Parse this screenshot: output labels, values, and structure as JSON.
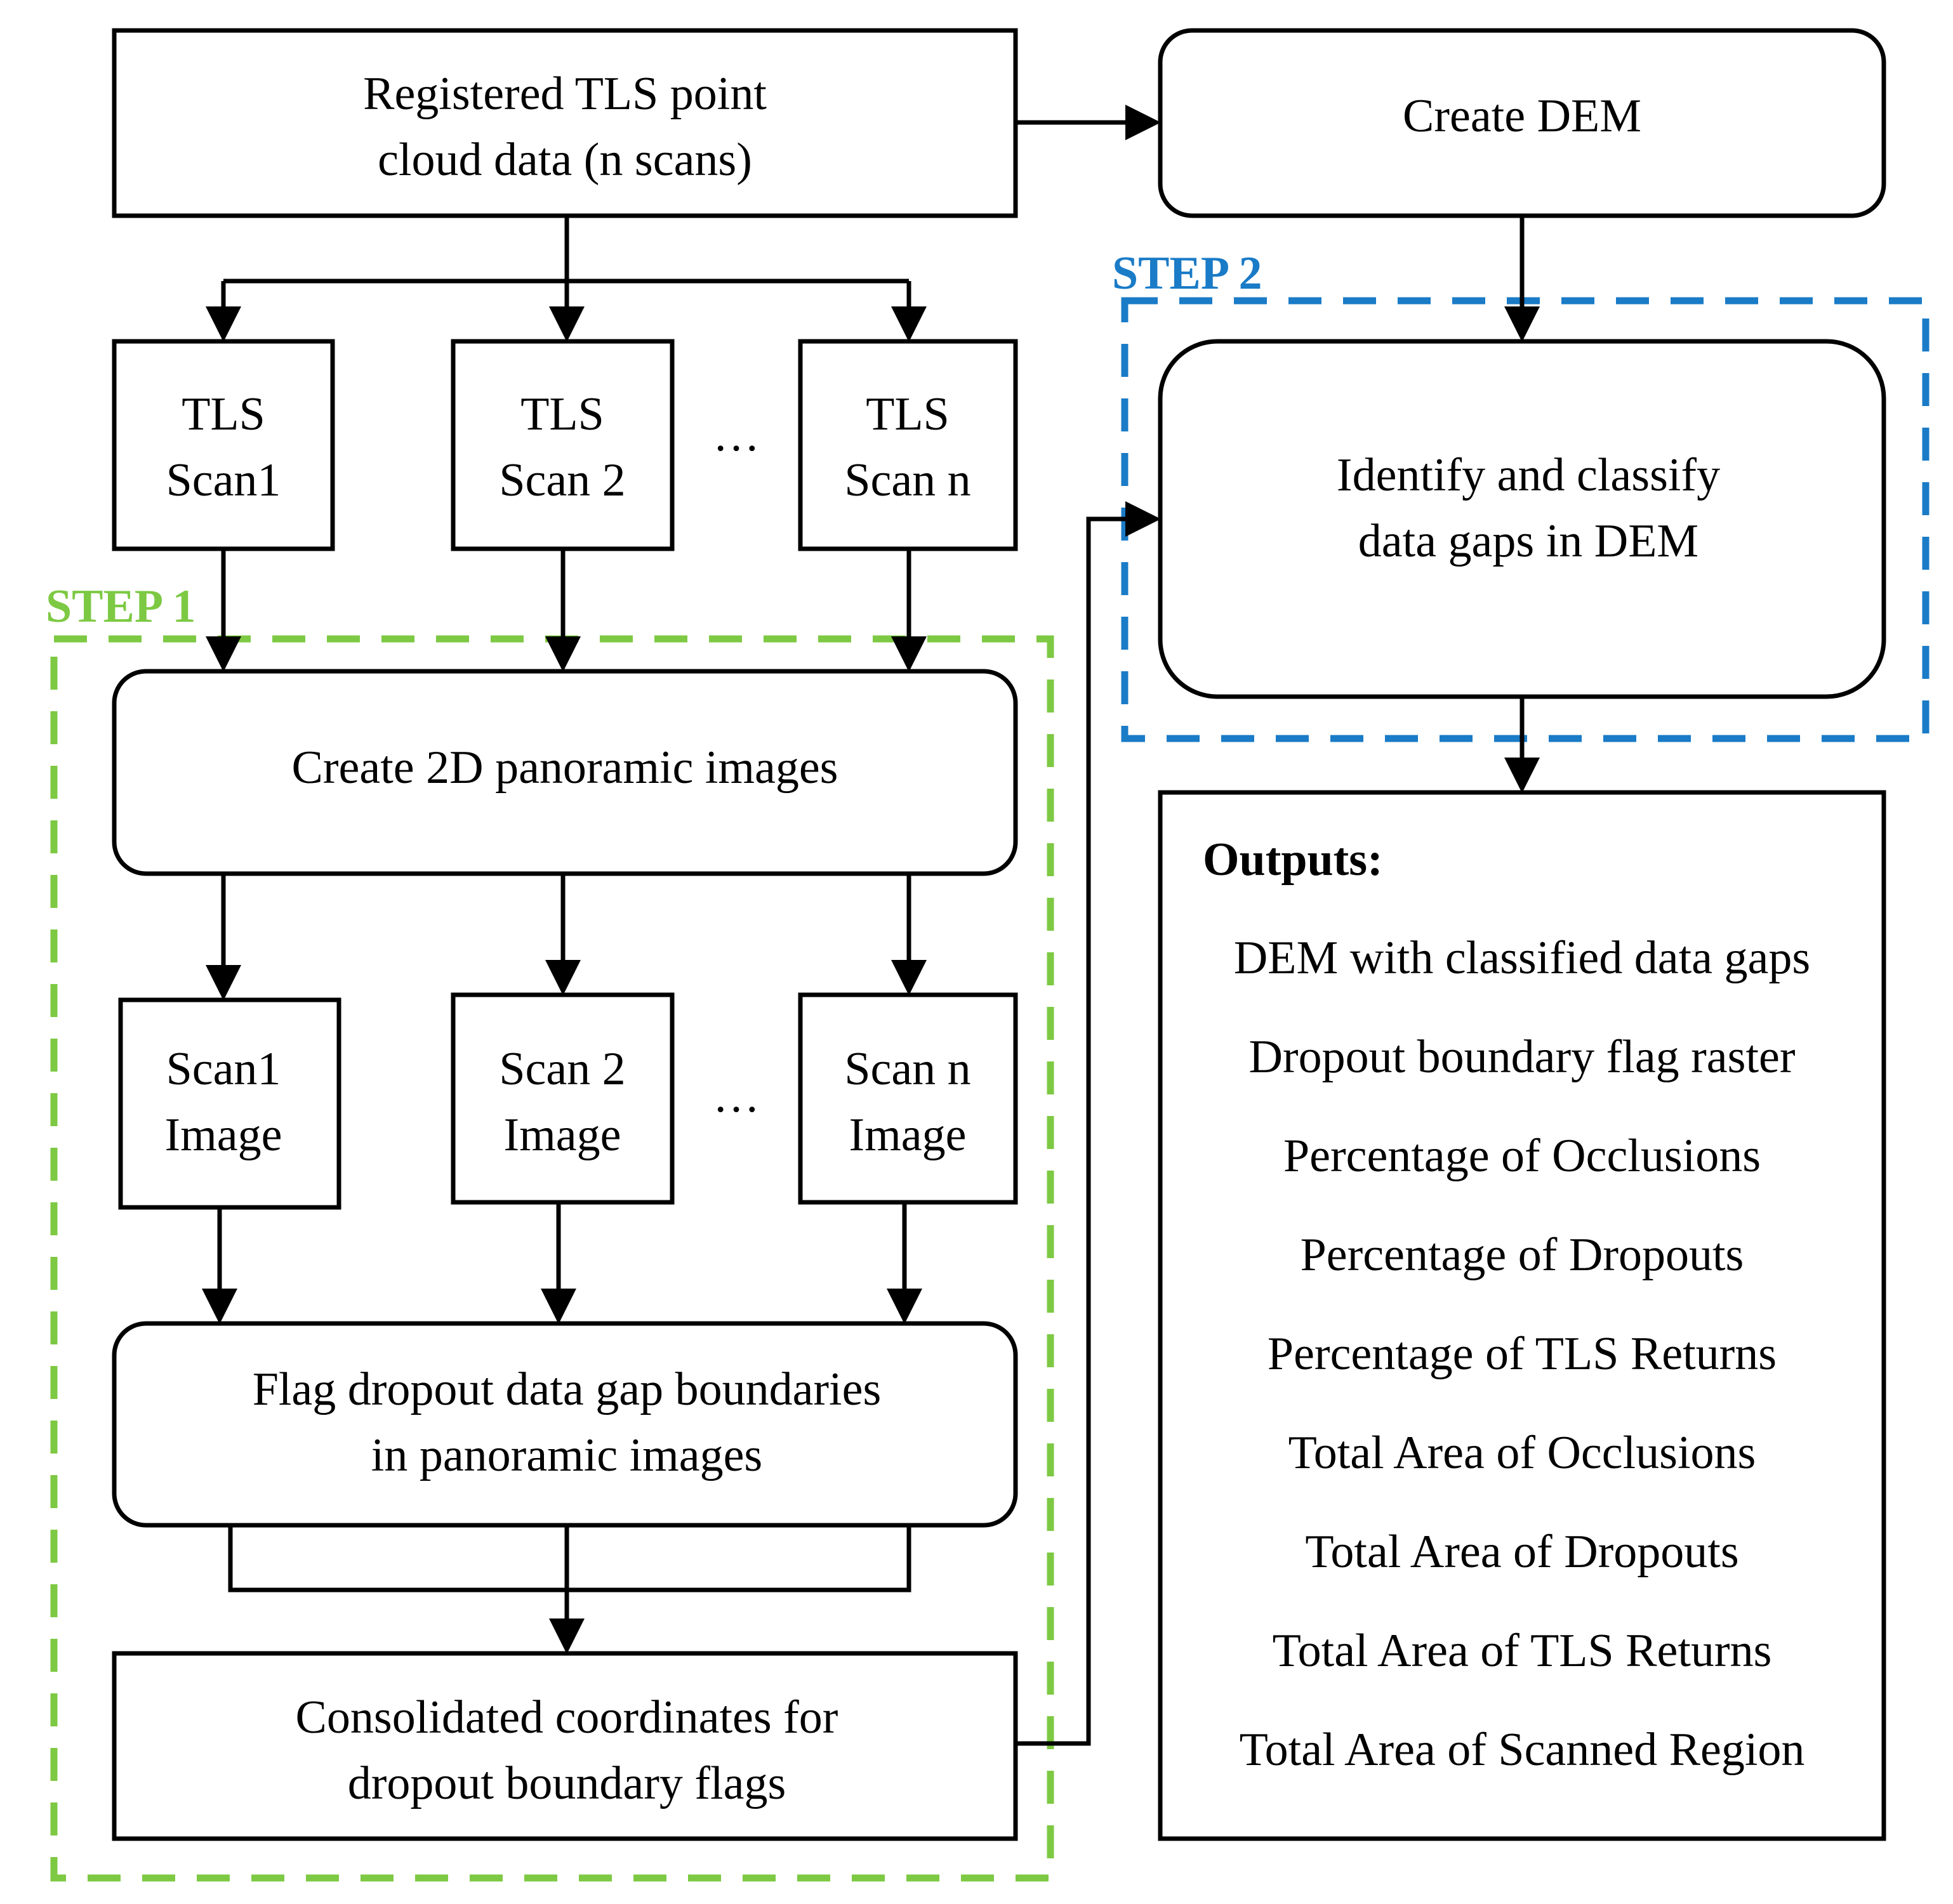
{
  "nodes": {
    "registered": [
      "Registered TLS point",
      "cloud data (n scans)"
    ],
    "create_dem": [
      "Create DEM"
    ],
    "scan1": [
      "TLS",
      "Scan1"
    ],
    "scan2": [
      "TLS",
      "Scan 2"
    ],
    "scann": [
      "TLS",
      "Scan n"
    ],
    "scan_ellipsis": "…",
    "create_2d": [
      "Create 2D panoramic images"
    ],
    "image1": [
      "Scan1",
      "Image"
    ],
    "image2": [
      "Scan 2",
      "Image"
    ],
    "imagen": [
      "Scan n",
      "Image"
    ],
    "image_ellipsis": "…",
    "flag": [
      "Flag dropout data gap boundaries",
      "in panoramic images"
    ],
    "consolidated": [
      "Consolidated coordinates for",
      "dropout boundary flags"
    ],
    "identify": [
      "Identify and classify",
      "data gaps in DEM"
    ]
  },
  "outputs": {
    "title": "Outputs:",
    "items": [
      "DEM with classified data gaps",
      "Dropout boundary flag raster",
      "Percentage of Occlusions",
      "Percentage of Dropouts",
      "Percentage of TLS Returns",
      "Total Area of Occlusions",
      "Total Area of Dropouts",
      "Total Area of TLS Returns",
      "Total Area of Scanned Region"
    ]
  },
  "steps": {
    "step1": {
      "label": "STEP 1",
      "color": "#7dc943"
    },
    "step2": {
      "label": "STEP 2",
      "color": "#1a7bc7"
    }
  }
}
